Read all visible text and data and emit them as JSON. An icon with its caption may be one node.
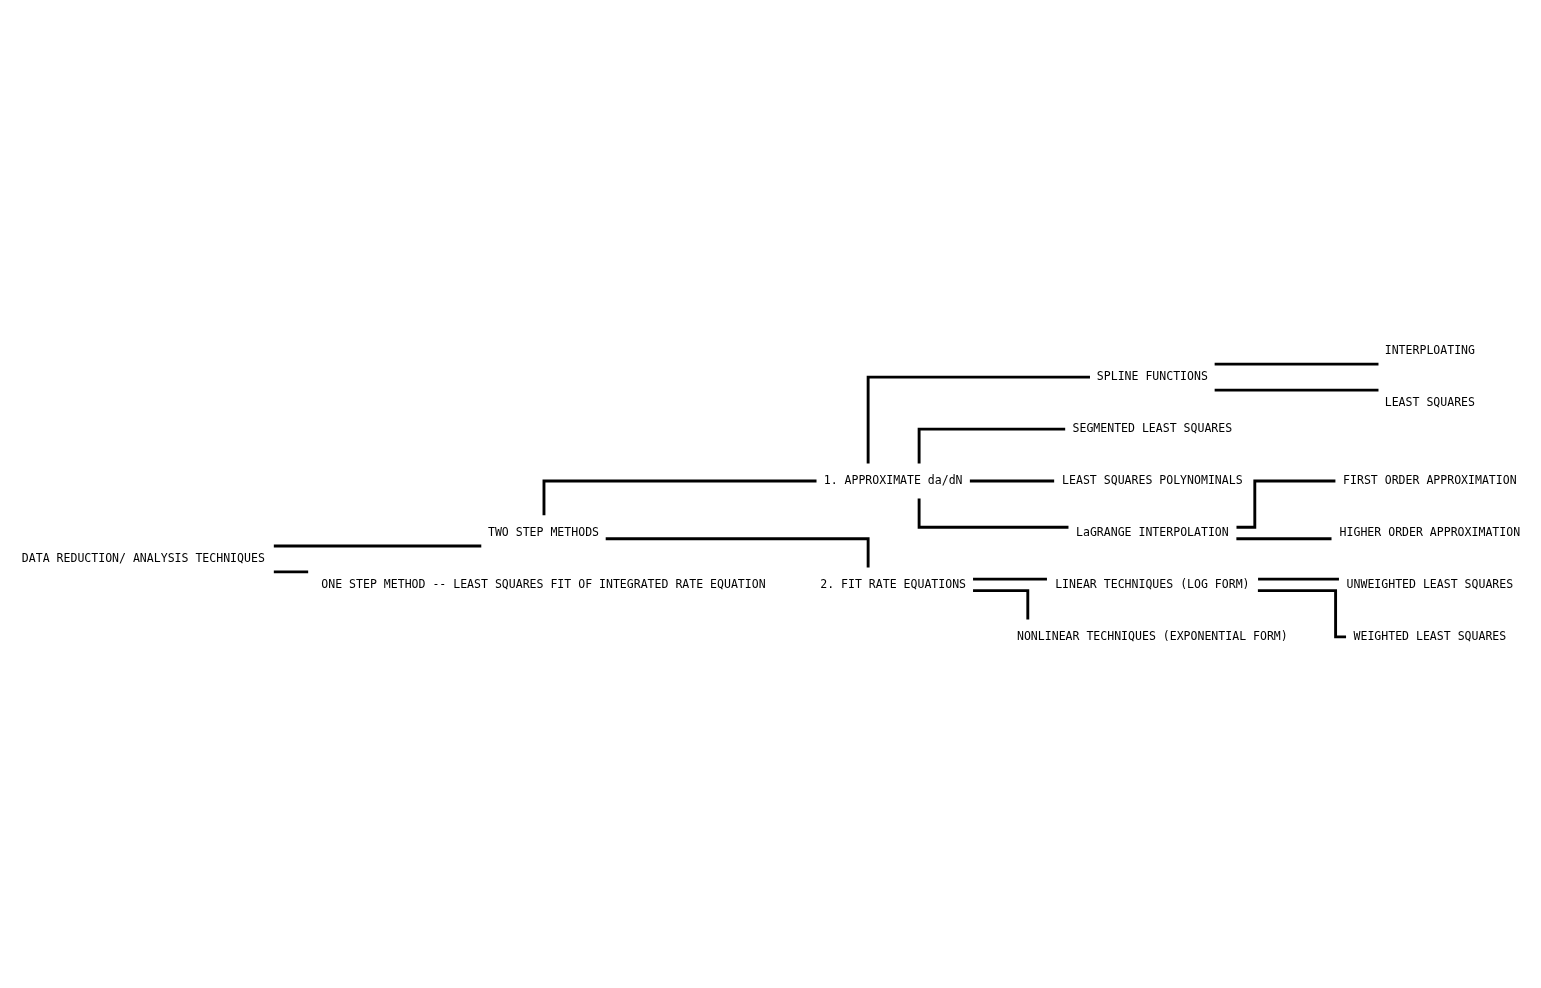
{
  "diagram": {
    "nodes": [
      {
        "text": [
          "DATA REDUCTION/ ANALYSIS TECHNIQUES"
        ]
      },
      {
        "text": [
          "TWO STEP METHODS"
        ]
      },
      {
        "text": [
          "ONE STEP METHOD -- LEAST SQUARES FIT OF INTEGRATED RATE EQUATION"
        ]
      },
      {
        "text": [
          "1. APPROXIMATE da/dN"
        ]
      },
      {
        "text": [
          "2. FIT RATE EQUATIONS"
        ]
      },
      {
        "text": [
          "SPLINE FUNCTIONS"
        ]
      },
      {
        "text": [
          "SEGMENTED LEAST SQUARES"
        ]
      },
      {
        "text": [
          "LEAST SQUARES POLYNOMINALS"
        ]
      },
      {
        "text": [
          "LaGRANGE INTERPOLATION"
        ]
      },
      {
        "text": [
          "INTERPLOATING"
        ]
      },
      {
        "text": [
          "LEAST SQUARES"
        ]
      },
      {
        "text": [
          "FIRST ORDER APPROXIMATION"
        ]
      },
      {
        "text": [
          "HIGHER ORDER APPROXIMATION"
        ]
      },
      {
        "text": [
          "LINEAR TECHNIQUES (LOG FORM)"
        ]
      },
      {
        "text": [
          "NONLINEAR TECHNIQUES (EXPONENTIAL FORM)"
        ]
      },
      {
        "text": [
          "UNWEIGHTED LEAST SQUARES"
        ]
      },
      {
        "text": [
          "WEIGHTED LEAST SQUARES"
        ]
      }
    ],
    "edges": [
      {
        "from": 0,
        "to": 1,
        "arrow": "none"
      },
      {
        "from": 0,
        "to": 2,
        "arrow": "none"
      },
      {
        "from": 1,
        "to": 3,
        "arrow": "none"
      },
      {
        "from": 1,
        "to": 4,
        "arrow": "none"
      },
      {
        "from": 3,
        "to": 5,
        "arrow": "none"
      },
      {
        "from": 3,
        "to": 6,
        "arrow": "none"
      },
      {
        "from": 3,
        "to": 7,
        "arrow": "none"
      },
      {
        "from": 3,
        "to": 8,
        "arrow": "none"
      },
      {
        "from": 5,
        "to": 9,
        "arrow": "none"
      },
      {
        "from": 5,
        "to": 10,
        "arrow": "none"
      },
      {
        "from": 8,
        "to": 11,
        "arrow": "none"
      },
      {
        "from": 8,
        "to": 12,
        "arrow": "none"
      },
      {
        "from": 4,
        "to": 13,
        "arrow": "none"
      },
      {
        "from": 4,
        "to": 14,
        "arrow": "none"
      },
      {
        "from": 13,
        "to": 15,
        "arrow": "none"
      },
      {
        "from": 13,
        "to": 16,
        "arrow": "none"
      }
    ]
  }
}
